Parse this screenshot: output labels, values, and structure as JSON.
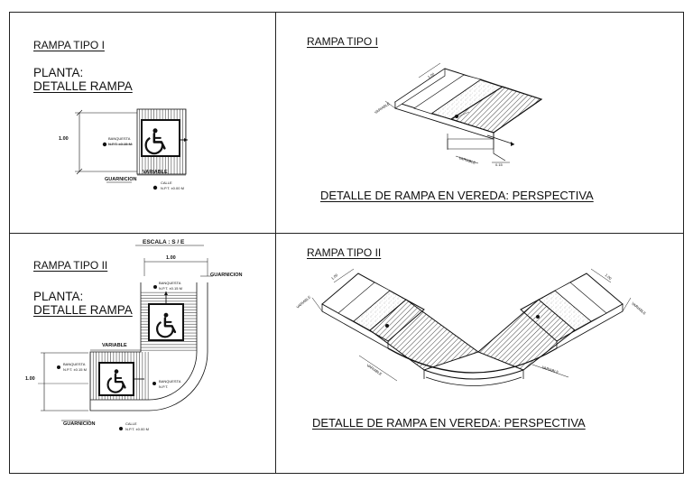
{
  "sheet": {
    "panel_1": {
      "title": "RAMPA TIPO I",
      "subtitle_line1": "PLANTA:",
      "subtitle_line2": "DETALLE RAMPA",
      "dim_height": "1.00",
      "banquesta_label": "BANQUESTA",
      "banquesta_level": "N.P.T. ±0.15 M",
      "variable_label": "VARIABLE",
      "guarnicion_label": "GUARNICION",
      "calle_label": "CALLE",
      "calle_level": "N.P.T. ±0.00 M"
    },
    "panel_2": {
      "title": "RAMPA TIPO I",
      "caption": "DETALLE DE RAMPA EN VEREDA: PERSPECTIVA",
      "dim_top": "1.00",
      "dim_left": "VARIABLE",
      "dim_bottom": "VARIABLE",
      "dim_right": "0.15"
    },
    "panel_3": {
      "scale_label": "ESCALA :   S / E",
      "title": "RAMPA TIPO II",
      "subtitle_line1": "PLANTA:",
      "subtitle_line2": "DETALLE RAMPA",
      "dim_top": "1.00",
      "guarnicion_top": "GUARNICION",
      "banquesta_top_label": "BANQUESTA",
      "banquesta_top_level": "N.P.T. ±0.15 M",
      "variable_label": "VARIABLE",
      "dim_left": "1.00",
      "banquesta_left_label": "BANQUESTA",
      "banquesta_left_level": "N.P.T. ±0.15 M",
      "banquesta_right_label": "BANQUESTA",
      "banquesta_right_level": "N.P.T.",
      "guarnicion_bottom": "GUARNICION",
      "calle_label": "CALLE",
      "calle_level": "N.P.T. ±0.00 M"
    },
    "panel_4": {
      "title": "RAMPA TIPO II",
      "caption": "DETALLE DE RAMPA EN VEREDA: PERSPECTIVA",
      "dim_left_top": "1.00",
      "dim_left_side": "VARIABLE",
      "dim_right_top": "1.00",
      "dim_right_side": "VARIABLE",
      "dim_bottom_left": "VARIABLE",
      "dim_bottom_right": "VARIABLE"
    },
    "colors": {
      "line": "#111111",
      "border": "#222222",
      "paper": "#ffffff"
    }
  }
}
